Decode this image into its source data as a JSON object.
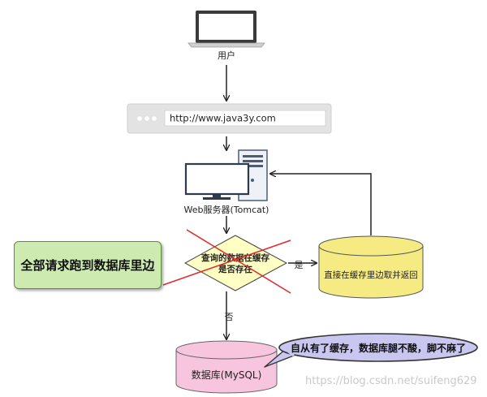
{
  "user_label": "用户",
  "browser_url": "http://www.java3y.com",
  "server_label": "Web服务器(Tomcat)",
  "decision_line1": "查询的数据在缓存",
  "decision_line2": "是否存在",
  "yes_label": "是",
  "no_label": "否",
  "cache_label": "直接在缓存里边取并返回",
  "db_label": "数据库(MySQL)",
  "note_all_to_db": "全部请求跑到数据库里边",
  "speech_bubble": "自从有了缓存，数据库腿不酸，脚不麻了",
  "watermark": "https://blog.csdn.net/suifeng629",
  "colors": {
    "decision_fill": "#ffffc4",
    "cache_fill": "#f6eb83",
    "db_fill": "#f7c5dd",
    "note_fill": "#cdebb0",
    "bubble_fill": "#c9c7ef",
    "cross": "#e32a2a"
  }
}
